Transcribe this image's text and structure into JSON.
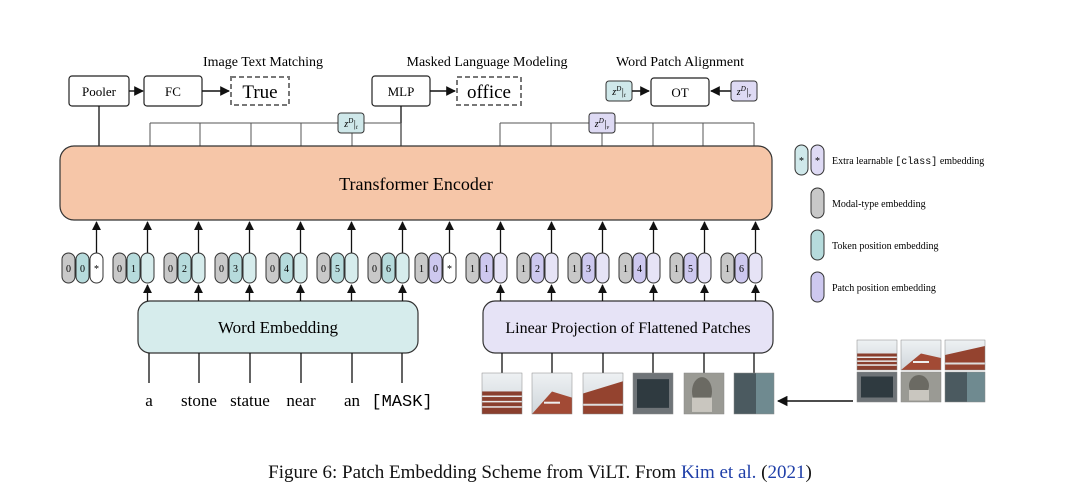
{
  "heads": {
    "itm_title": "Image Text Matching",
    "mlm_title": "Masked Language Modeling",
    "wpa_title": "Word Patch Alignment",
    "pooler": "Pooler",
    "fc": "FC",
    "itm_out": "True",
    "mlp": "MLP",
    "mlm_out": "office",
    "ot": "OT"
  },
  "encoder_label": "Transformer Encoder",
  "word_embedding_label": "Word Embedding",
  "patch_projection_label": "Linear Projection of Flattened Patches",
  "text_tokens": [
    {
      "modal": "0",
      "pos": "0",
      "cls": true
    },
    {
      "modal": "0",
      "pos": "1"
    },
    {
      "modal": "0",
      "pos": "2"
    },
    {
      "modal": "0",
      "pos": "3"
    },
    {
      "modal": "0",
      "pos": "4"
    },
    {
      "modal": "0",
      "pos": "5"
    },
    {
      "modal": "0",
      "pos": "6"
    }
  ],
  "image_tokens": [
    {
      "modal": "1",
      "pos": "0",
      "cls": true
    },
    {
      "modal": "1",
      "pos": "1"
    },
    {
      "modal": "1",
      "pos": "2"
    },
    {
      "modal": "1",
      "pos": "3"
    },
    {
      "modal": "1",
      "pos": "4"
    },
    {
      "modal": "1",
      "pos": "5"
    },
    {
      "modal": "1",
      "pos": "6"
    }
  ],
  "cls_symbol": "*",
  "words": [
    "a",
    "stone",
    "statue",
    "near",
    "an",
    "[MASK]"
  ],
  "legend": [
    {
      "type": "cls",
      "text": "Extra learnable [class] embedding"
    },
    {
      "type": "modal",
      "text": "Modal-type embedding"
    },
    {
      "type": "token",
      "text": "Token position embedding"
    },
    {
      "type": "patch",
      "text": "Patch position embedding"
    }
  ],
  "colors": {
    "encoder": "#f6c6a8",
    "word_embedding": "#d6ecec",
    "patch_projection": "#e6e3f6",
    "modal_chip": "#c8c8c8",
    "token_chip": "#b6dbdc",
    "patch_chip": "#cdc8ef",
    "cls_chip": "#ffffff"
  },
  "caption": {
    "prefix": "Figure 6: Patch Embedding Scheme from ViLT. From ",
    "cite_author": "Kim et al.",
    "cite_open": " (",
    "cite_year": "2021",
    "cite_close": ")"
  }
}
